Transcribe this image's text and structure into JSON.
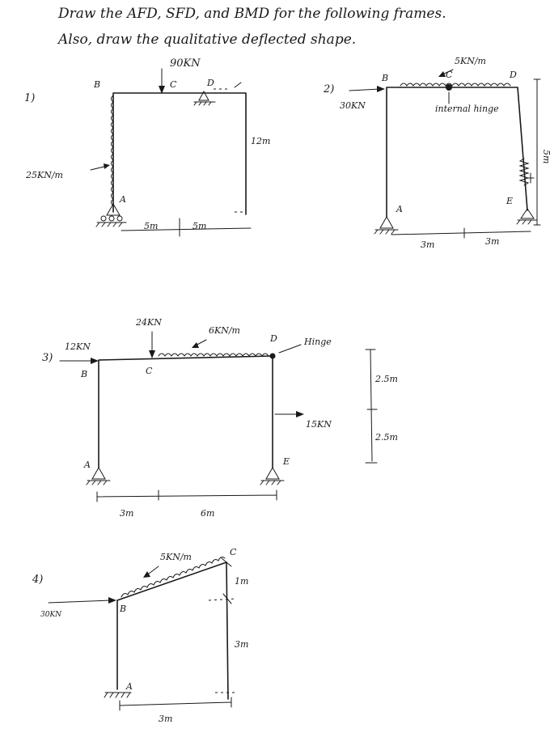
{
  "header": {
    "line1": "Draw the AFD, SFD, and BMD for the following frames.",
    "line2": "Also, draw the qualitative deflected shape."
  },
  "frames": [
    {
      "number": "1)",
      "labels": {
        "B": "B",
        "C": "C",
        "D": "D",
        "A": "A"
      },
      "loads": {
        "point": "90KN",
        "distributed": "25KN/m"
      },
      "dims": {
        "height": "12m",
        "span1": "5m",
        "span2": "5m"
      }
    },
    {
      "number": "2)",
      "labels": {
        "B": "B",
        "C": "C",
        "D": "D",
        "A": "A",
        "E": "E"
      },
      "loads": {
        "point": "30KN",
        "distributed": "5KN/m"
      },
      "notes": {
        "hinge": "internal hinge"
      },
      "dims": {
        "height": "5m",
        "span1": "3m",
        "span2": "3m"
      }
    },
    {
      "number": "3)",
      "labels": {
        "B": "B",
        "C": "C",
        "D": "D",
        "A": "A",
        "E": "E"
      },
      "loads": {
        "horizontal": "12KN",
        "point": "24KN",
        "distributed": "6KN/m",
        "lateral": "15KN"
      },
      "notes": {
        "hinge": "Hinge"
      },
      "dims": {
        "upper": "2.5m",
        "lower": "2.5m",
        "span1": "3m",
        "span2": "6m"
      }
    },
    {
      "number": "4)",
      "labels": {
        "B": "B",
        "C": "C",
        "A": "A"
      },
      "loads": {
        "horizontal": "30KN",
        "distributed": "5KN/m"
      },
      "dims": {
        "rise": "1m",
        "height": "3m",
        "span": "3m"
      }
    }
  ]
}
